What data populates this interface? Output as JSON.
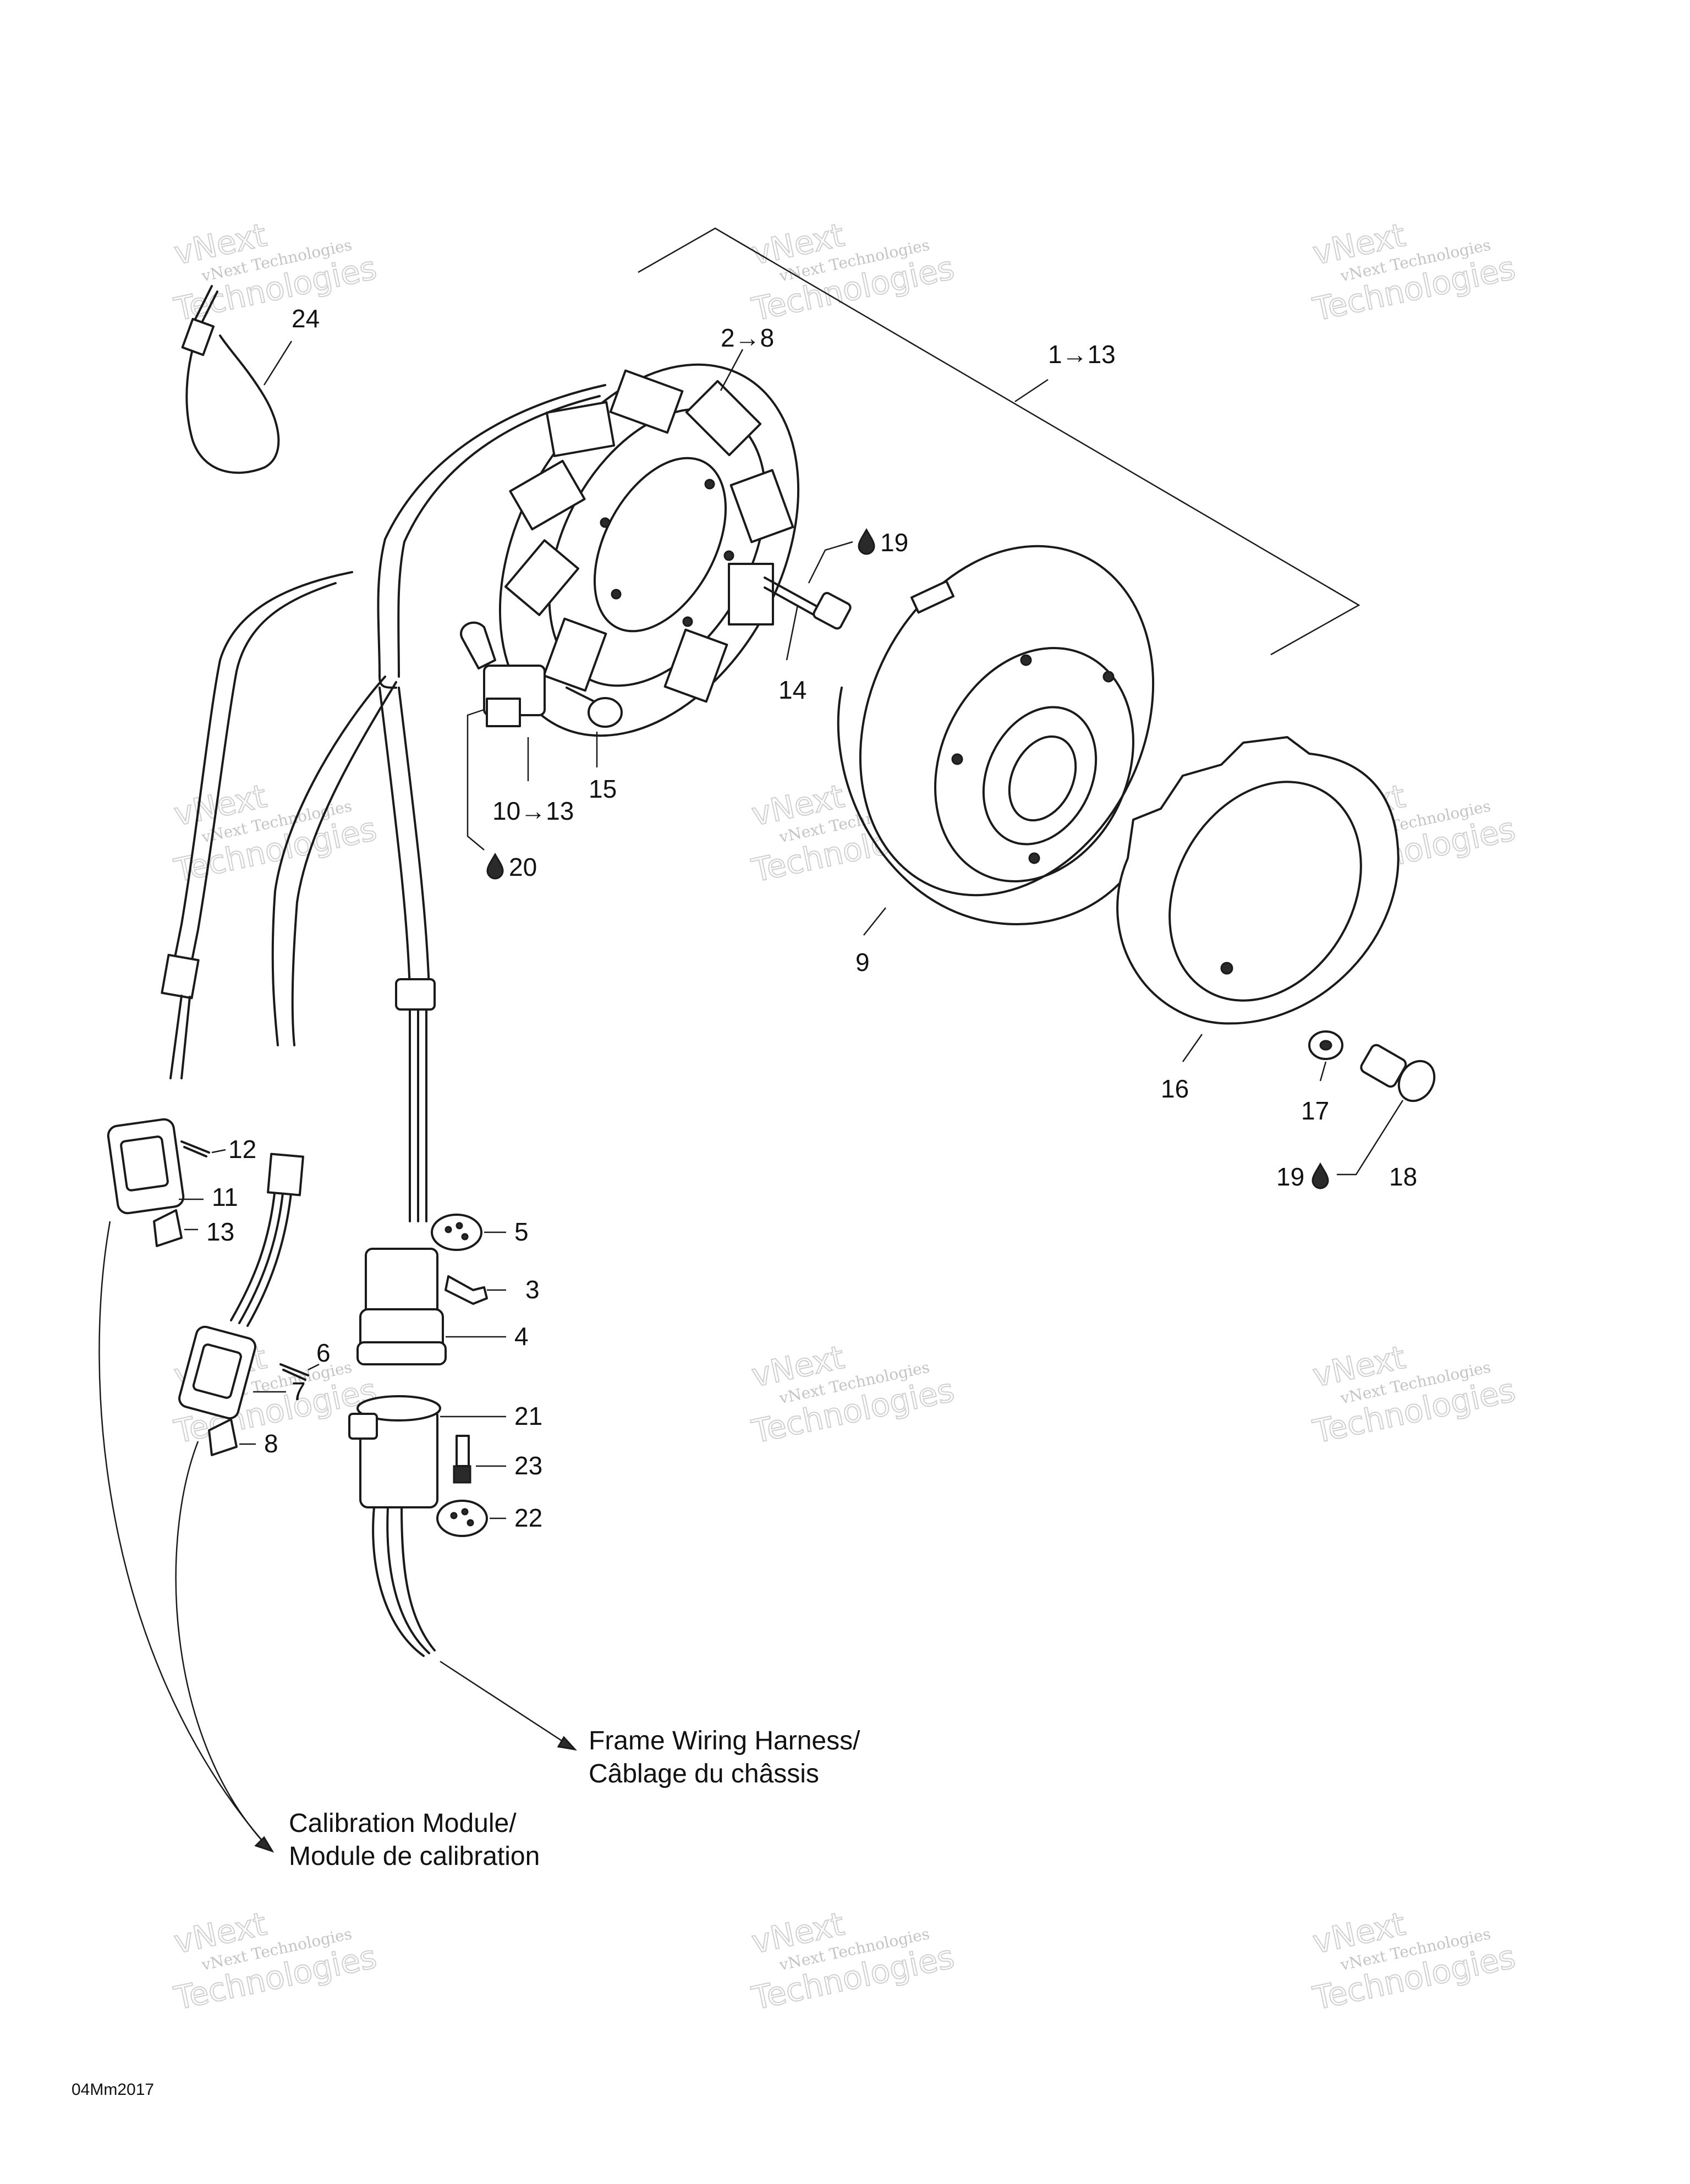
{
  "callouts": {
    "c24": "24",
    "c2_8": "2→8",
    "c1_13": "1→13",
    "c19a": "19",
    "c14": "14",
    "c15": "15",
    "c10_13": "10→13",
    "c20": "20",
    "c9": "9",
    "c16": "16",
    "c17": "17",
    "c19b": "19",
    "c18": "18",
    "c12": "12",
    "c11": "11",
    "c13": "13",
    "c5": "5",
    "c3": "3",
    "c4": "4",
    "c6": "6",
    "c7": "7",
    "c21": "21",
    "c8": "8",
    "c23": "23",
    "c22": "22"
  },
  "captions": {
    "frame_line1": "Frame Wiring Harness/",
    "frame_line2": "Câblage du châssis",
    "calib_line1": "Calibration Module/",
    "calib_line2": "Module de calibration"
  },
  "watermark": {
    "line1": "vNext Technologies",
    "line2": "vNext",
    "line3": "Technologies"
  },
  "doc_code": "04Mm2017",
  "icons": {
    "loctite": "oil-drop-icon"
  }
}
